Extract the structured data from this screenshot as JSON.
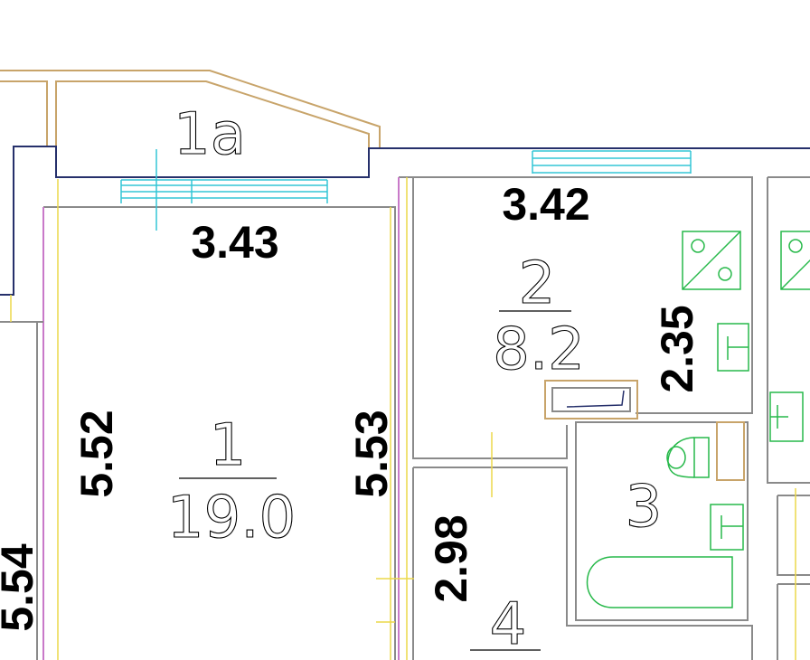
{
  "colors": {
    "background": "#ffffff",
    "wall_outline": "#8a8a8a",
    "wall_tan": "#c8a46a",
    "wall_navy": "#26306b",
    "partition_magenta": "#c979c9",
    "window_cyan": "#33c5d6",
    "fixture_green": "#27b94a",
    "guide_yellow": "#ecd84a",
    "text": "#000000"
  },
  "rooms": [
    {
      "id": "1a",
      "number": "1a",
      "area": ""
    },
    {
      "id": "1",
      "number": "1",
      "area": "19.0"
    },
    {
      "id": "2",
      "number": "2",
      "area": "8.2"
    },
    {
      "id": "3",
      "number": "3",
      "area": ""
    },
    {
      "id": "4",
      "number": "4",
      "area": ""
    }
  ],
  "dimensions": {
    "room1_top_width": "3.43",
    "room1_left_height": "5.52",
    "room1_right_height": "5.53",
    "room2_top_width": "3.42",
    "room2_right_height": "2.35",
    "room4_left_height": "2.98",
    "left_edge_height": "5.54"
  },
  "fixtures": [
    {
      "name": "electric-stove-icon",
      "room": "2"
    },
    {
      "name": "kitchen-sink-icon",
      "room": "2"
    },
    {
      "name": "toilet-icon",
      "room": "3"
    },
    {
      "name": "bathtub-icon",
      "room": "3"
    },
    {
      "name": "washbasin-icon",
      "room": "3"
    },
    {
      "name": "ventilation-shaft-icon",
      "room": "2"
    }
  ]
}
